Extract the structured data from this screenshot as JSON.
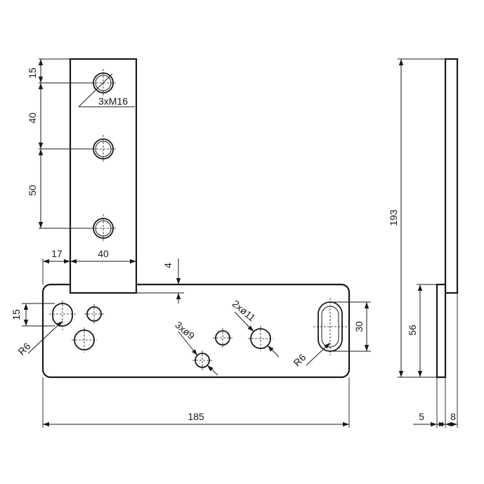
{
  "drawing": {
    "front_view": {
      "callouts": {
        "thread_holes": "3xM16",
        "small_holes": "3xø9",
        "medium_holes": "2xø11",
        "radius_left": "R6",
        "radius_right": "R6"
      },
      "dimensions": {
        "top_offset": "15",
        "hole_pitch_1": "40",
        "hole_pitch_2": "50",
        "upright_offset": "17",
        "upright_width": "40",
        "step": "4",
        "slot_offset": "15",
        "slot_length": "30",
        "overall_width": "185"
      }
    },
    "side_view": {
      "dimensions": {
        "overall_height": "193",
        "lower_height": "56",
        "thickness_5": "5",
        "thickness_8": "8"
      }
    }
  }
}
